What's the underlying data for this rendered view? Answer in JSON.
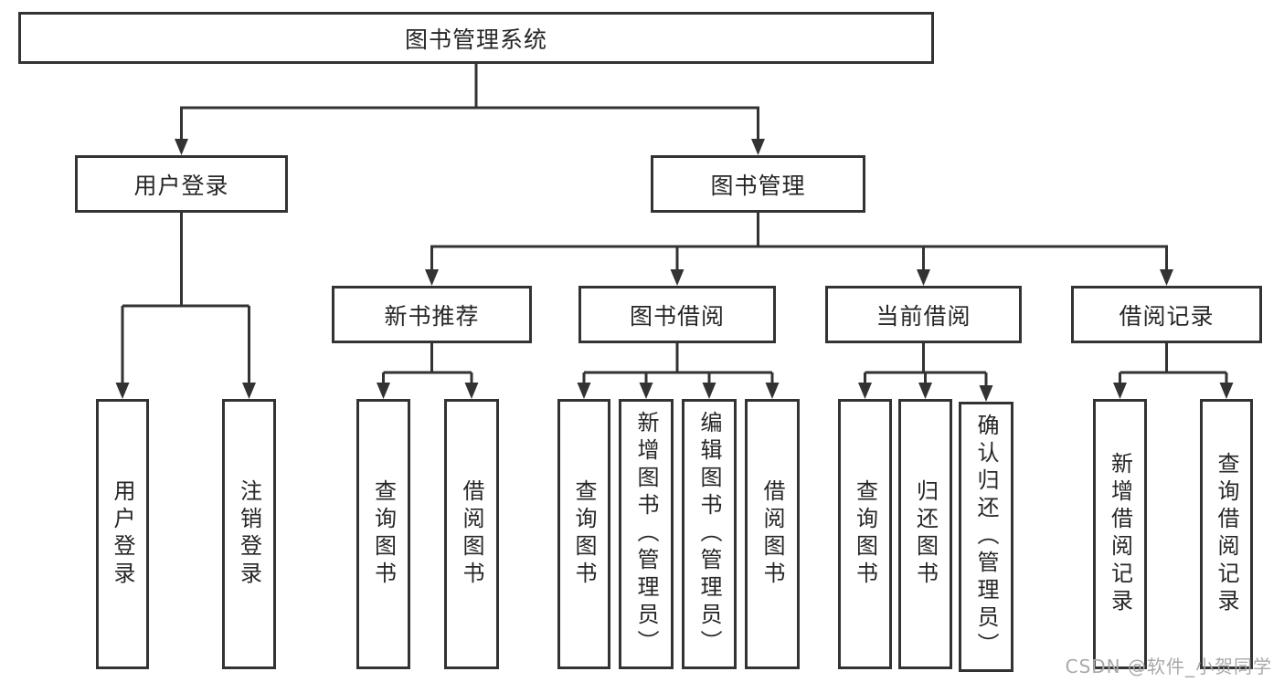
{
  "tree": {
    "label": "图书管理系统",
    "children": [
      {
        "label": "用户登录",
        "children": [
          {
            "label": "用户登录"
          },
          {
            "label": "注销登录"
          }
        ]
      },
      {
        "label": "图书管理",
        "children": [
          {
            "label": "新书推荐",
            "children": [
              {
                "label": "查询图书"
              },
              {
                "label": "借阅图书"
              }
            ]
          },
          {
            "label": "图书借阅",
            "children": [
              {
                "label": "查询图书"
              },
              {
                "label": "新增图书（管理员）"
              },
              {
                "label": "编辑图书（管理员）"
              },
              {
                "label": "借阅图书"
              }
            ]
          },
          {
            "label": "当前借阅",
            "children": [
              {
                "label": "查询图书"
              },
              {
                "label": "归还图书"
              },
              {
                "label": "确认归还（管理员）"
              }
            ]
          },
          {
            "label": "借阅记录",
            "children": [
              {
                "label": "新增借阅记录"
              },
              {
                "label": "查询借阅记录"
              }
            ]
          }
        ]
      }
    ]
  },
  "watermark": {
    "text": "CSDN @软件_小贺同学"
  },
  "colors": {
    "line": "#333333",
    "box_border": "#333333",
    "text": "#262626",
    "watermark": "#a9a9a9",
    "background": "#ffffff"
  }
}
